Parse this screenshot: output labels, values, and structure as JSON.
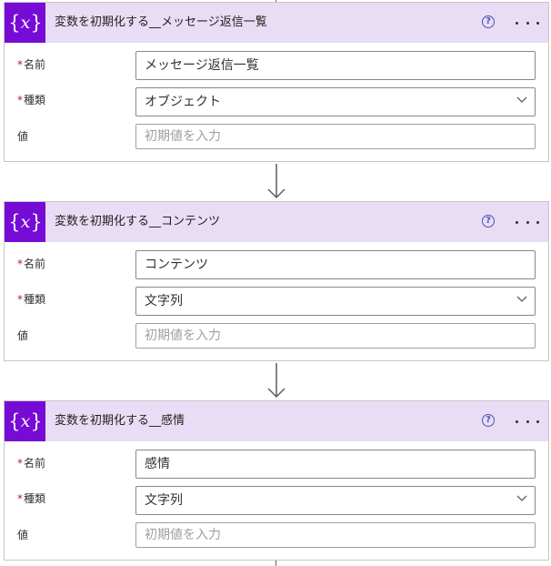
{
  "cards": [
    {
      "title": "変数を初期化する__メッセージ返信一覧",
      "name_label": "名前",
      "name_value": "メッセージ返信一覧",
      "type_label": "種類",
      "type_value": "オブジェクト",
      "value_label": "値",
      "value_placeholder": "初期値を入力"
    },
    {
      "title": "変数を初期化する__コンテンツ",
      "name_label": "名前",
      "name_value": "コンテンツ",
      "type_label": "種類",
      "type_value": "文字列",
      "value_label": "値",
      "value_placeholder": "初期値を入力"
    },
    {
      "title": "変数を初期化する__感情",
      "name_label": "名前",
      "name_value": "感情",
      "type_label": "種類",
      "type_value": "文字列",
      "value_label": "値",
      "value_placeholder": "初期値を入力"
    }
  ],
  "common": {
    "required_marker": "*",
    "help_glyph": "?",
    "icon_brace_left": "{",
    "icon_var": "x",
    "icon_brace_right": "}"
  },
  "colors": {
    "icon_bg": "#770bd6",
    "header_bg": "#e9dcf5",
    "help_color": "#4f52b2",
    "required_color": "#a4262c"
  },
  "icons": [
    "variable-icon",
    "help-icon",
    "more-options-icon",
    "chevron-down-icon",
    "arrow-down-icon"
  ]
}
